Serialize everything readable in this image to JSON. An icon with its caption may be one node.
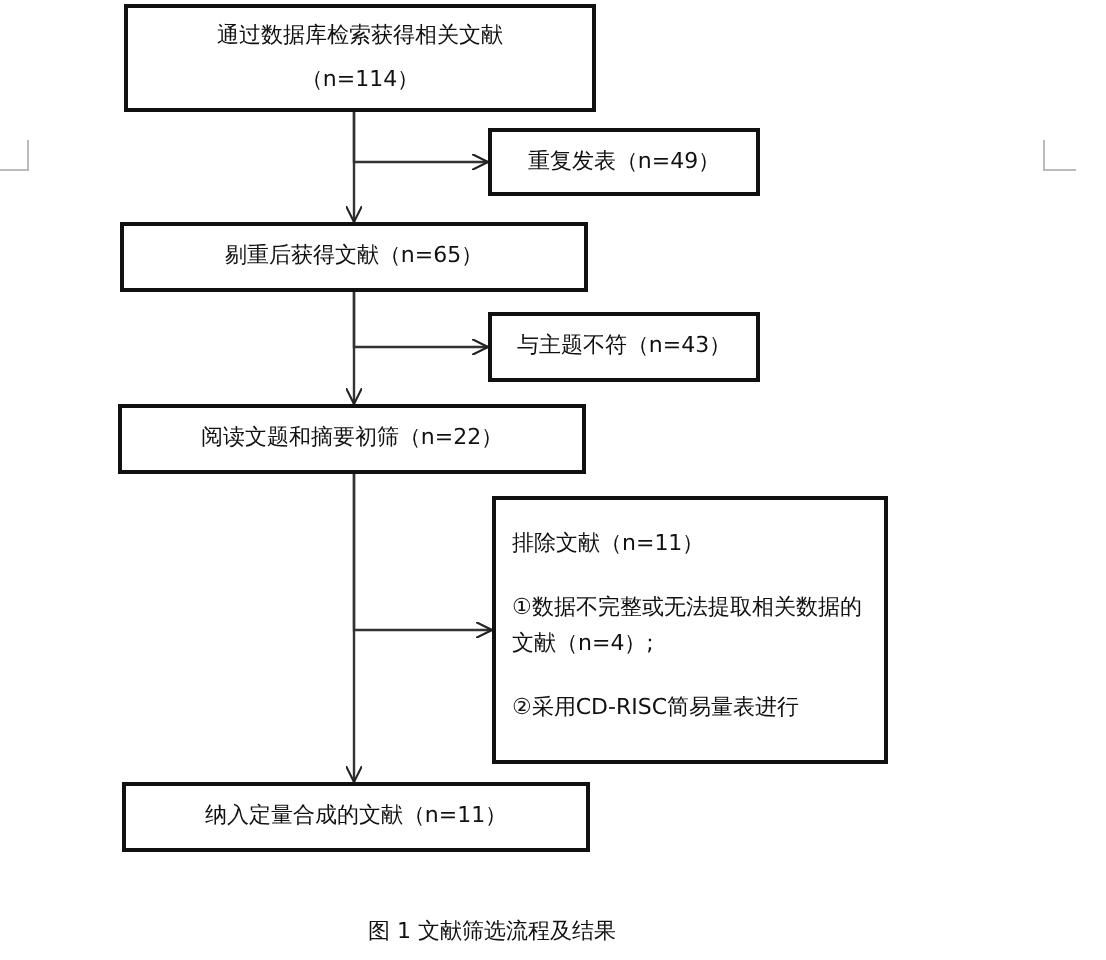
{
  "diagram": {
    "caption": "图 1  文献筛选流程及结果",
    "nodes": [
      {
        "text": [
          "通过数据库检索获得相关文献",
          "（n=114）"
        ]
      },
      {
        "text": [
          "重复发表（n=49）"
        ]
      },
      {
        "text": [
          "剔重后获得文献（n=65）"
        ]
      },
      {
        "text": [
          "与主题不符（n=43）"
        ]
      },
      {
        "text": [
          "阅读文题和摘要初筛（n=22）"
        ]
      },
      {
        "text": [
          "排除文献（n=11）",
          "①数据不完整或无法提取相关数据的文献（n=4）;",
          "②采用CD-RISC简易量表进行"
        ]
      },
      {
        "text": [
          "纳入定量合成的文献（n=11）"
        ]
      }
    ],
    "edges": [
      {
        "from": 0,
        "to": 2,
        "arrow": "to"
      },
      {
        "from": 0,
        "to": 1,
        "arrow": "to"
      },
      {
        "from": 2,
        "to": 4,
        "arrow": "to"
      },
      {
        "from": 2,
        "to": 3,
        "arrow": "to"
      },
      {
        "from": 4,
        "to": 6,
        "arrow": "to"
      },
      {
        "from": 4,
        "to": 5,
        "arrow": "to"
      }
    ]
  }
}
